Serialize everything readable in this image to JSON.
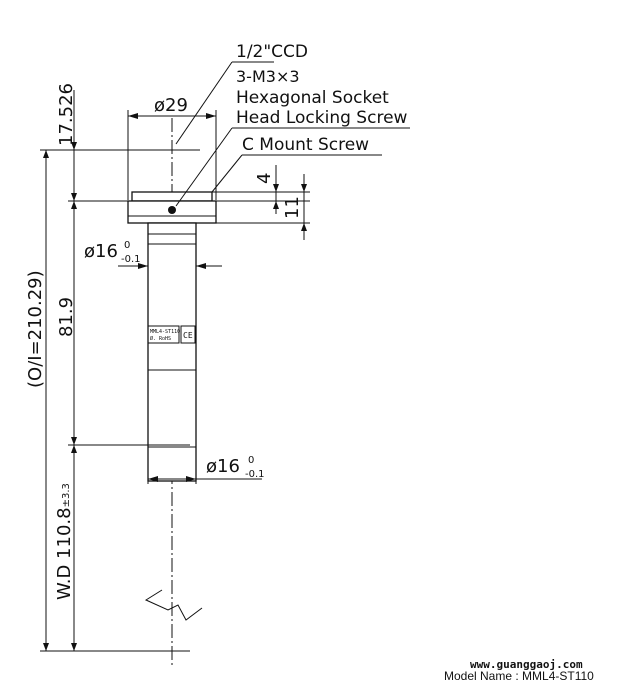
{
  "labels": {
    "ccd": "1/2\"CCD",
    "screw_line1": "3-M3×3",
    "screw_line2": "Hexagonal Socket",
    "screw_line3": "Head Locking Screw",
    "c_mount": "C Mount Screw"
  },
  "dimensions": {
    "dia29": "ø29",
    "dia16_top": "ø16",
    "dia16_bottom": "ø16",
    "tol_upper": "0",
    "tol_lower": "-0.1",
    "d4": "4",
    "d11": "11",
    "d17": "17.526",
    "d81": "81.9",
    "oi": "(O/I=210.29)",
    "wd": "W.D 110.8",
    "wd_tol": "±3.3"
  },
  "body_label": {
    "line1": "MML4-ST110",
    "line2": "Ø. RoHS",
    "ce": "CE"
  },
  "watermark": "www.guanggaoj.com",
  "model_name": "Model Name : MML4-ST110"
}
